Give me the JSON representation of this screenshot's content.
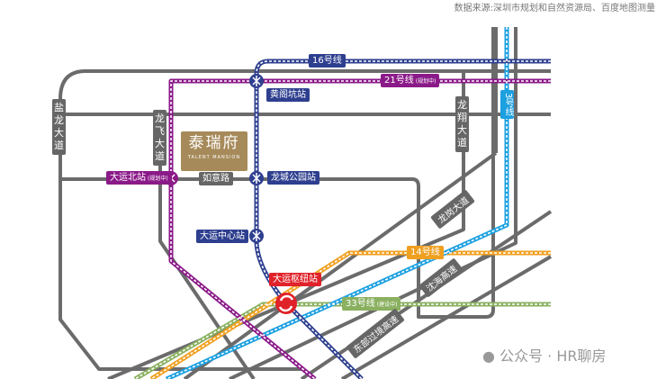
{
  "source": "数据来源:深圳市规划和自然资源局、百度地图测量",
  "logo": {
    "name": "泰瑞府",
    "sub": "TALENT MANSION",
    "color": "#a68a5a"
  },
  "watermark": "公众号 · HR聊房",
  "colors": {
    "road": "#6b6b6b",
    "line16": "#2e3f8f",
    "line21": "#8b1a89",
    "line3": "#1ca0e0",
    "line14": "#f0a020",
    "line33": "#8ab060",
    "hub": "#e0222a"
  },
  "lines": {
    "l16": {
      "name": "16号线"
    },
    "l21": {
      "name": "21号线",
      "status": "(规划中)"
    },
    "l3": {
      "name": "3号线"
    },
    "l14": {
      "name": "14号线"
    },
    "l33": {
      "name": "33号线",
      "status": "(建设中)"
    }
  },
  "stations": {
    "huanggekeng": "黄阁坑站",
    "longchenggongyuan": "龙城公园站",
    "dayunzhongxin": "大运中心站",
    "dayunbei": "大运北站",
    "dayunbei_status": "(规划中)",
    "dayunshuniu": "大运枢纽站"
  },
  "roads": {
    "yanlong": "盐龙大道",
    "longfei": "龙飞大道",
    "longxiang": "龙翔大道",
    "ruyi": "如意路",
    "longgang": "龙岗大道",
    "shenhai": "沈海高速",
    "dongbu": "东部过境高速"
  }
}
